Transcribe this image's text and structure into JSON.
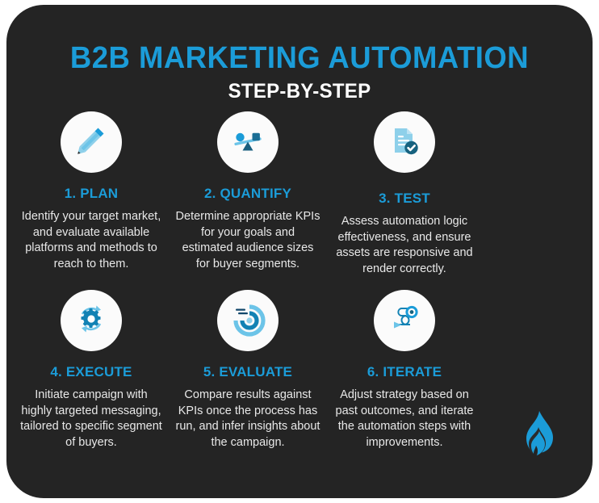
{
  "header": {
    "title": "B2B MARKETING AUTOMATION",
    "subtitle": "STEP-BY-STEP"
  },
  "colors": {
    "card_background": "#242424",
    "accent_blue": "#1b9cd8",
    "light_blue": "#6cc4e8",
    "dark_blue": "#1a6e8e",
    "body_text": "#e8e8e8",
    "icon_circle": "#fbfbfb",
    "page_background": "#ffffff"
  },
  "steps": [
    {
      "title": "1. PLAN",
      "description": "Identify your target market, and evaluate available platforms and methods to reach to them.",
      "icon": "pencil-icon"
    },
    {
      "title": "2. QUANTIFY",
      "description": "Determine appropriate KPIs for your goals and estimated audience sizes for buyer segments.",
      "icon": "balance-scale-icon"
    },
    {
      "title": "3. TEST",
      "description": "Assess automation logic effectiveness, and ensure assets are responsive and render correctly.",
      "icon": "document-check-icon"
    },
    {
      "title": "4. EXECUTE",
      "description": "Initiate campaign with highly targeted messaging, tailored to specific segment of buyers.",
      "icon": "gear-refresh-icon"
    },
    {
      "title": "5. EVALUATE",
      "description": "Compare results against KPIs once the process has run, and infer insights about the campaign.",
      "icon": "donut-chart-icon"
    },
    {
      "title": "6. ITERATE",
      "description": "Adjust strategy based on past outcomes, and iterate the automation steps with improvements.",
      "icon": "path-target-icon"
    }
  ],
  "logo": {
    "icon": "flame-logo-icon"
  }
}
